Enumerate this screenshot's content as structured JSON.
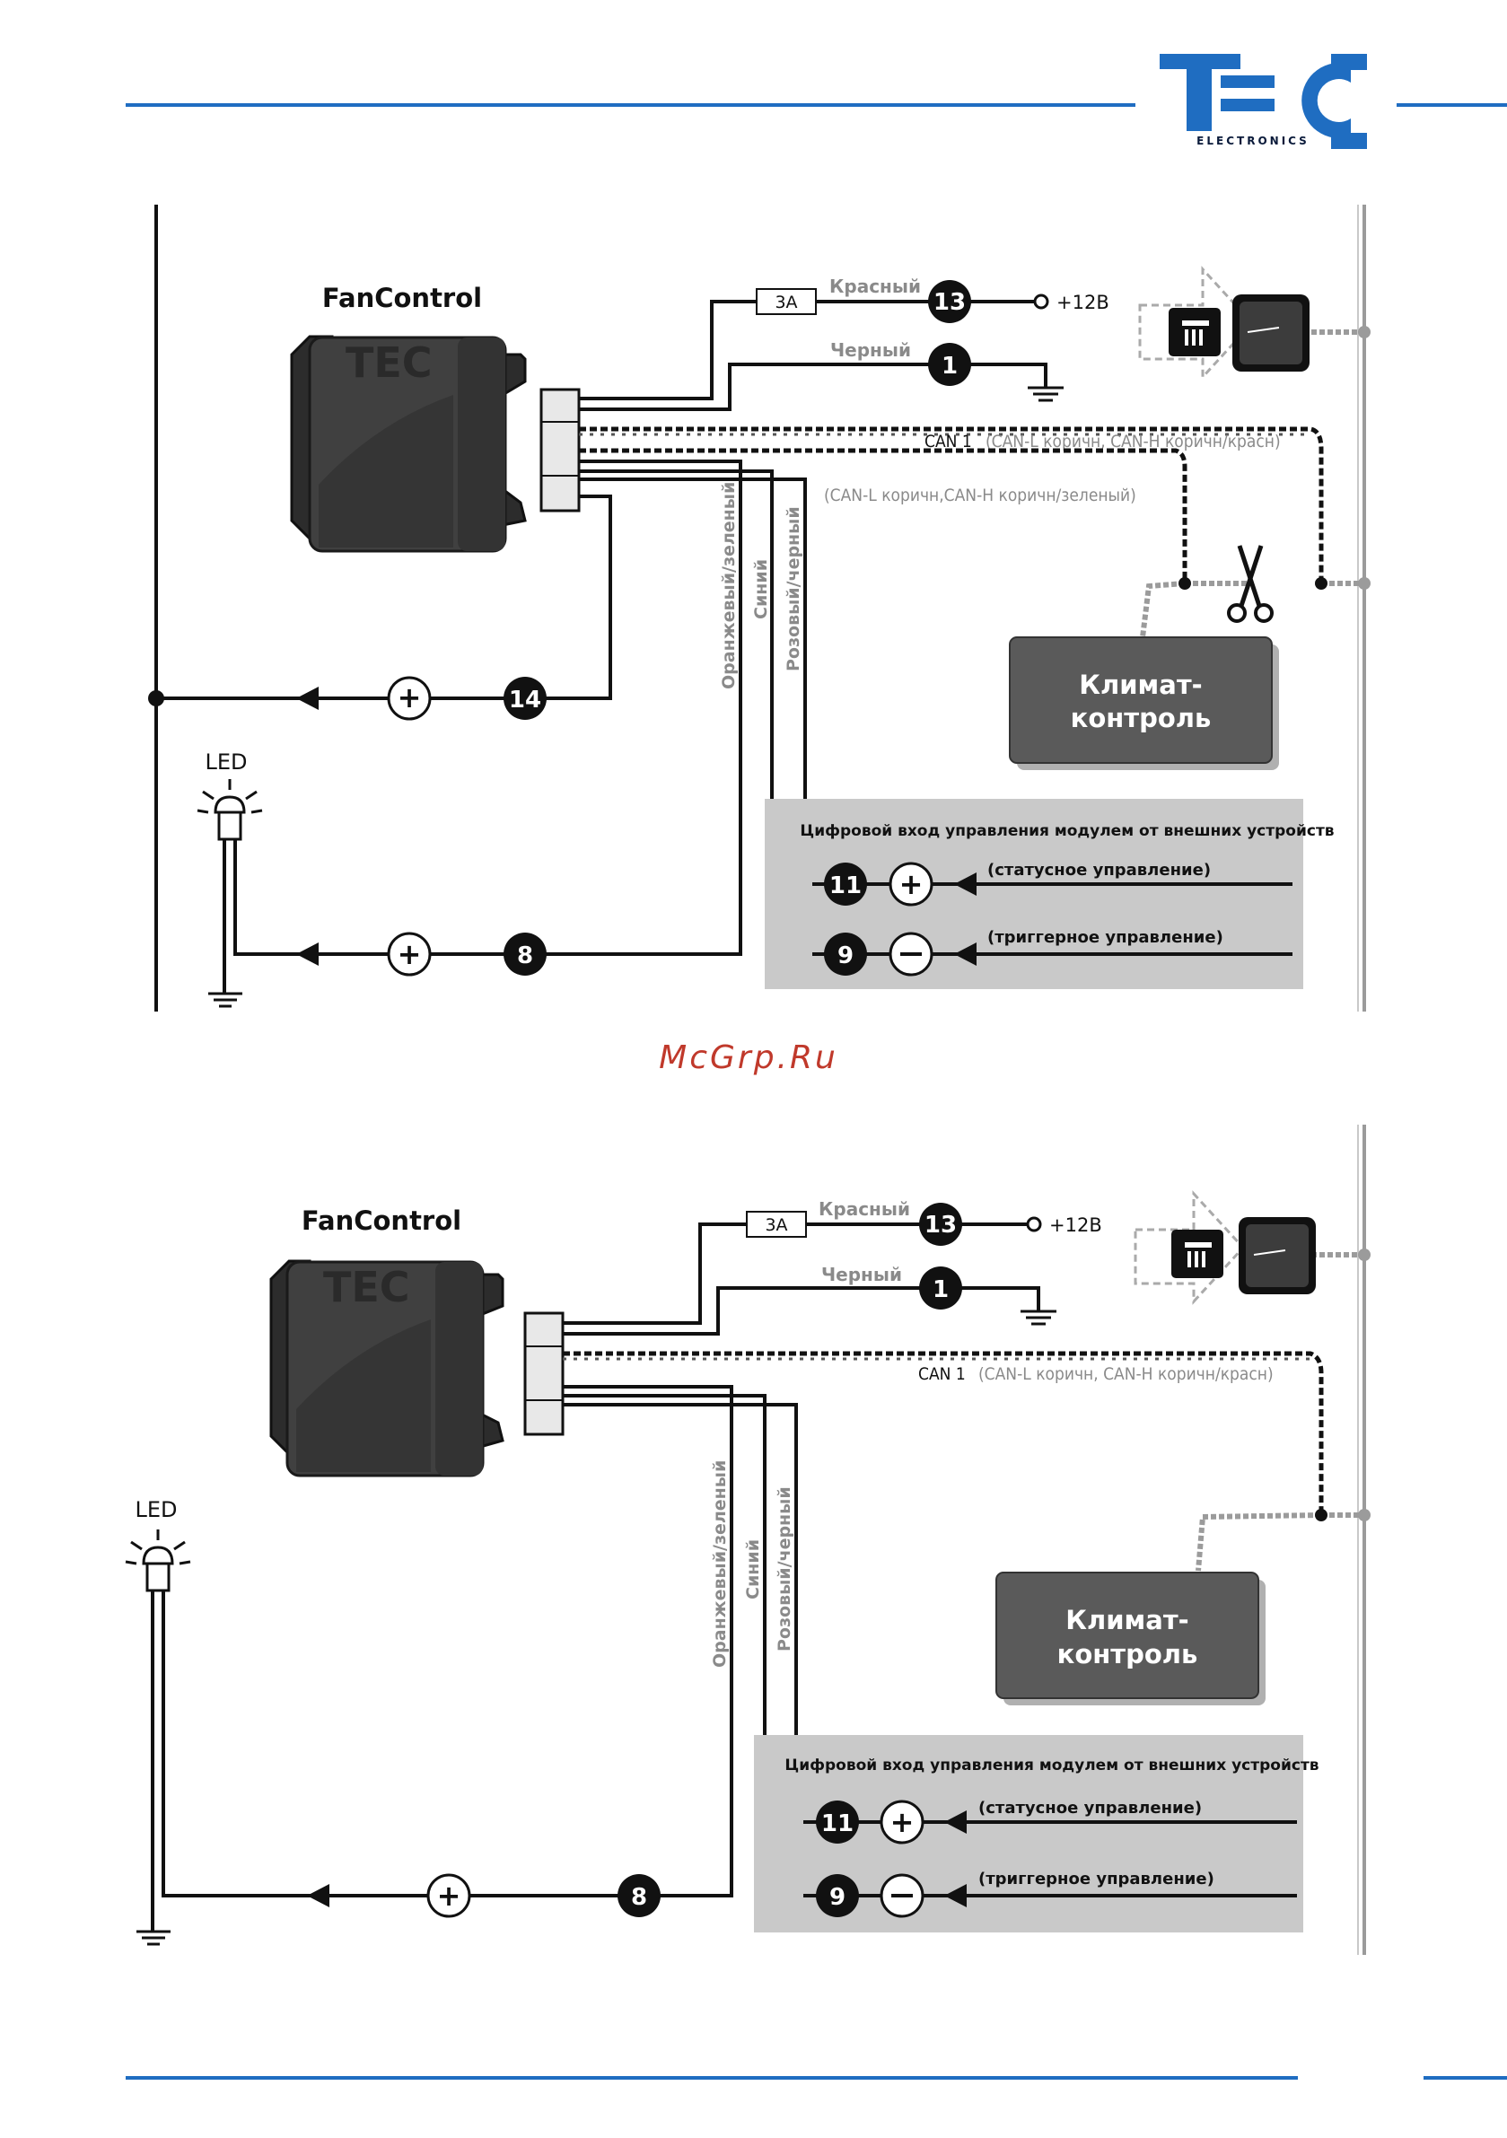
{
  "header": {
    "logo_letters": "TEC",
    "logo_subtitle": "ELECTRONICS"
  },
  "watermark": "McGrp.Ru",
  "colors": {
    "accent_blue": "#1f6dc1",
    "wire": "#111111",
    "grey_wire": "#9b9b9b",
    "panel": "#c9c9c9",
    "module_dark": "#404040",
    "climate_box": "#5a5a5a",
    "label_grey": "#8a8a8a"
  },
  "diagram1": {
    "module_title": "FanControl",
    "fuse": "3A",
    "red_wire": "Красный",
    "black_wire": "Черный",
    "pin13": "13",
    "pin1": "1",
    "plus12": "+12В",
    "can_prefix": "CAN 1",
    "can_desc": "(CAN-L коричн, CAN-H коричн/красн)",
    "can2_desc": "(CAN-L коричн,CAN-H коричн/зеленый)",
    "wire_orange": "Оранжевый/зеленый",
    "wire_blue": "Синий",
    "wire_pink": "Розовый/черный",
    "pin14": "14",
    "led": "LED",
    "pin8": "8",
    "climate_line1": "Климат-",
    "climate_line2": "контроль",
    "panel_title": "Цифровой вход управления модулем от внешних устройств",
    "pin11": "11",
    "pin9": "9",
    "status_label": "(статусное управление)",
    "trigger_label": "(триггерное управление)"
  },
  "diagram2": {
    "module_title": "FanControl",
    "fuse": "3A",
    "red_wire": "Красный",
    "black_wire": "Черный",
    "pin13": "13",
    "pin1": "1",
    "plus12": "+12В",
    "can_prefix": "CAN 1",
    "can_desc": "(CAN-L коричн, CAN-H коричн/красн)",
    "wire_orange": "Оранжевый/зеленый",
    "wire_blue": "Синий",
    "wire_pink": "Розовый/черный",
    "led": "LED",
    "pin8": "8",
    "climate_line1": "Климат-",
    "climate_line2": "контроль",
    "panel_title": "Цифровой вход управления модулем от внешних устройств",
    "pin11": "11",
    "pin9": "9",
    "status_label": "(статусное управление)",
    "trigger_label": "(триггерное управление)"
  }
}
